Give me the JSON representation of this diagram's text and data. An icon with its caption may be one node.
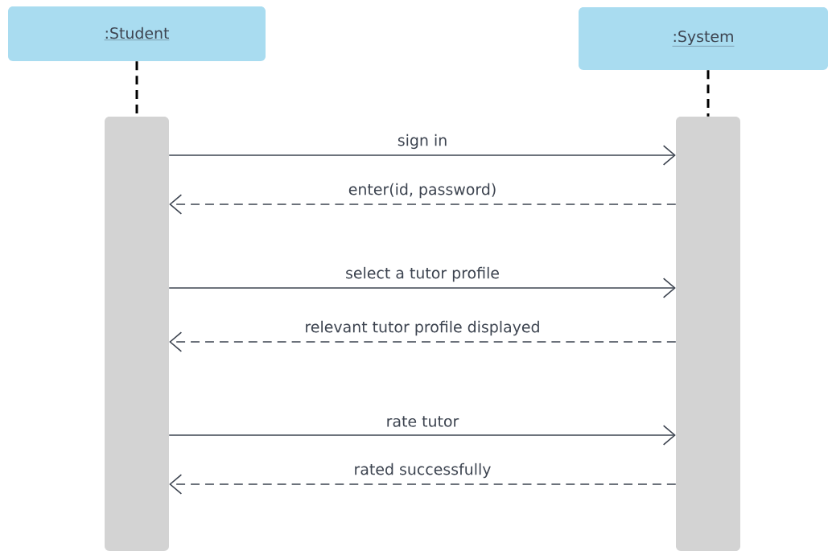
{
  "diagram": {
    "nodes": [
      {
        "text": [
          ":Student"
        ]
      },
      {
        "text": [
          ":System"
        ]
      },
      {
        "text": [],
        "shape": "bar"
      },
      {
        "text": [],
        "shape": "bar"
      }
    ],
    "edges": [
      {
        "from": 0,
        "to": 2,
        "arrow": "none",
        "style": "dashed",
        "color": "#000000"
      },
      {
        "from": 1,
        "to": 3,
        "arrow": "none",
        "style": "dashed",
        "color": "#000000"
      },
      {
        "from": 2,
        "to": 3,
        "arrow": "to",
        "label": "sign in"
      },
      {
        "from": 3,
        "to": 2,
        "arrow": "to",
        "label": "enter(id, password)",
        "style": "dashed"
      },
      {
        "from": 2,
        "to": 3,
        "arrow": "to",
        "label": "select a tutor profile"
      },
      {
        "from": 3,
        "to": 2,
        "arrow": "to",
        "label": "relevant tutor profile displayed",
        "style": "dashed"
      },
      {
        "from": 2,
        "to": 3,
        "arrow": "to",
        "label": "rate tutor"
      },
      {
        "from": 3,
        "to": 2,
        "arrow": "to",
        "label": "rated successfully",
        "style": "dashed"
      }
    ]
  }
}
